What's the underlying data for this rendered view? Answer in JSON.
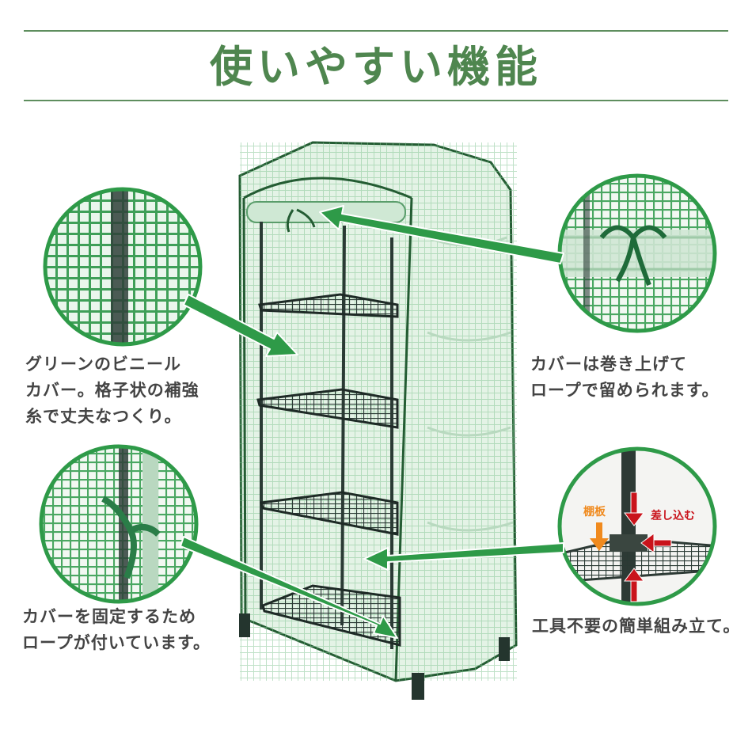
{
  "title": "使いやすい機能",
  "colors": {
    "title_green": "#4f864f",
    "rule_green": "#5e8e5e",
    "arrow_green": "#2e9a48",
    "circle_border": "#2e9a48",
    "caption_text": "#444444",
    "orange": "#f08a1e",
    "red": "#c9131b"
  },
  "features": {
    "mesh": {
      "caption": "グリーンのビニール\nカバー。格子状の補強\n糸で丈夫なつくり。"
    },
    "rollup": {
      "caption": "カバーは巻き上げて\nロープで留められます。"
    },
    "rope": {
      "caption": "カバーを固定するため\nロープが付いています。"
    },
    "assembly": {
      "caption": "工具不要の簡単組み立て。",
      "label_shelf": "棚板",
      "label_insert": "差し込む"
    }
  }
}
